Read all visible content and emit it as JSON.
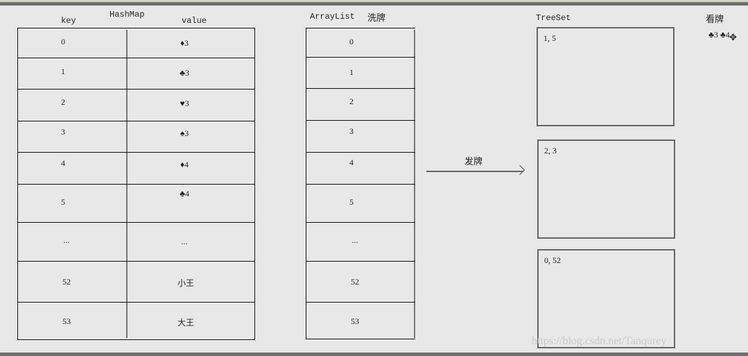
{
  "hashmap": {
    "title": "HashMap",
    "key_header": "key",
    "value_header": "value",
    "rows": [
      {
        "key": "0",
        "value": "♦3"
      },
      {
        "key": "1",
        "value": "♣3"
      },
      {
        "key": "2",
        "value": "♥3"
      },
      {
        "key": "3",
        "value": "♠3"
      },
      {
        "key": "4",
        "value": "♦4"
      },
      {
        "key": "5",
        "value": "♣4"
      },
      {
        "key": "...",
        "value": "..."
      },
      {
        "key": "52",
        "value": "小王"
      },
      {
        "key": "53",
        "value": "大王"
      }
    ]
  },
  "arraylist": {
    "title": "ArrayList",
    "shuffle_label": "洗牌",
    "rows": [
      "0",
      "1",
      "2",
      "3",
      "4",
      "5",
      "...",
      "52",
      "53"
    ]
  },
  "deal": {
    "label": "发牌"
  },
  "treeset": {
    "title": "TreeSet",
    "boxes": [
      "1, 5",
      "2, 3",
      "0, 52"
    ]
  },
  "view": {
    "label": "看牌",
    "cards": "♣3 ♣4"
  },
  "watermark": "https://blog.csdn.net/Tanqurey"
}
